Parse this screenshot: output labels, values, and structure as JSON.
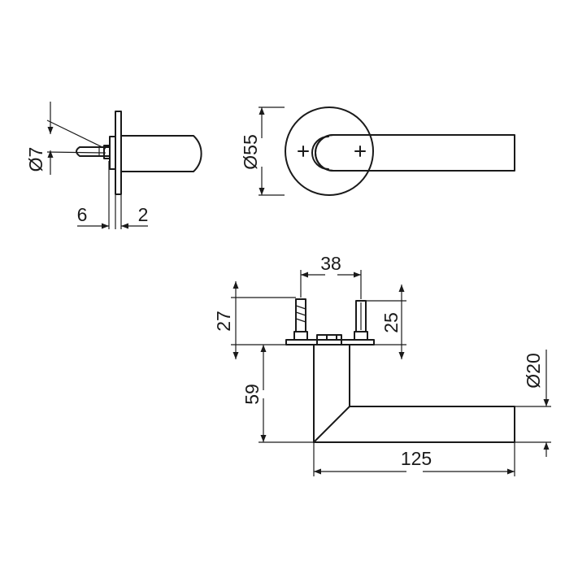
{
  "dimensions": {
    "d7": "Ø7",
    "d6": "6",
    "d2": "2",
    "d55": "Ø55",
    "d38": "38",
    "d27": "27",
    "d25": "25",
    "d59": "59",
    "d20": "Ø20",
    "d125": "125"
  }
}
